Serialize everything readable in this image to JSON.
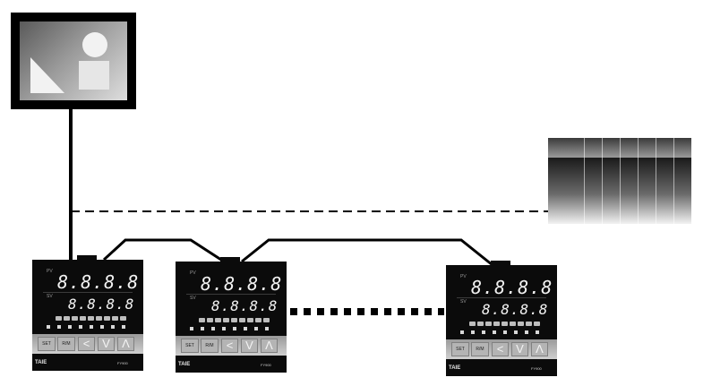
{
  "controllers": [
    {
      "pv_display": "8.8.8.8",
      "sv_display": "8.8.8.8",
      "pv_tag": "PV",
      "sv_tag": "SV",
      "keys": [
        "SET",
        "R/M",
        "<",
        "V",
        "Λ"
      ],
      "brand": "TAIE",
      "model": "FY900"
    },
    {
      "pv_display": "8.8.8.8",
      "sv_display": "8.8.8.8",
      "pv_tag": "PV",
      "sv_tag": "SV",
      "keys": [
        "SET",
        "R/M",
        "<",
        "V",
        "Λ"
      ],
      "brand": "TAIE",
      "model": "FY900"
    },
    {
      "pv_display": "8.8.8.8",
      "sv_display": "8.8.8.8",
      "pv_tag": "PV",
      "sv_tag": "SV",
      "keys": [
        "SET",
        "R/M",
        "<",
        "V",
        "Λ"
      ],
      "brand": "TAIE",
      "model": "FY900"
    }
  ],
  "colors": {
    "line": "#000000",
    "device_body": "#0b0b0b",
    "background": "#ffffff"
  }
}
